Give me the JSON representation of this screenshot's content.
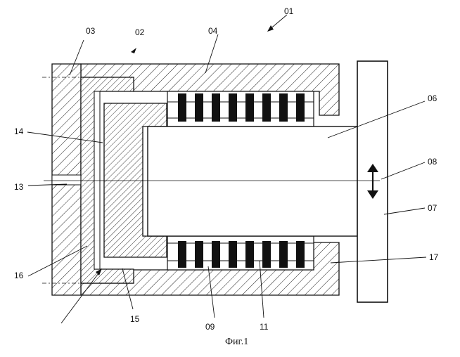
{
  "figure": {
    "caption": "Фиг.1",
    "labels": {
      "l01": "01",
      "l02": "02",
      "l03": "03",
      "l04": "04",
      "l06": "06",
      "l07": "07",
      "l08": "08",
      "l09": "09",
      "l11": "11",
      "l13": "13",
      "l14": "14",
      "l15": "15",
      "l16": "16",
      "l17": "17"
    }
  }
}
